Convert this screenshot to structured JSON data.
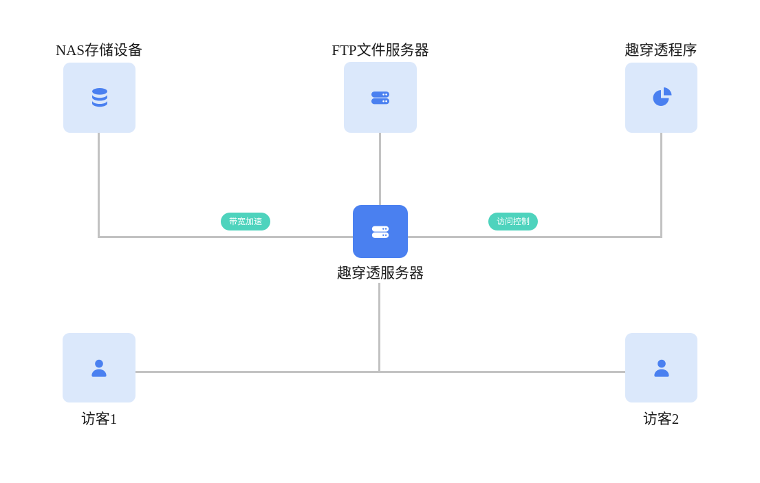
{
  "diagram": {
    "title": "penetration-service-topology",
    "colors": {
      "card_bg": "#dbe8fb",
      "accent_blue": "#4a80f0",
      "pill_teal": "#4ed3bd",
      "connector_gray": "#c2c2c2",
      "text": "#1a1a1a"
    },
    "nodes": {
      "nas": {
        "label": "NAS存储设备",
        "icon": "database-icon"
      },
      "ftp": {
        "label": "FTP文件服务器",
        "icon": "server-icon"
      },
      "app": {
        "label": "趣穿透程序",
        "icon": "pie-chart-icon"
      },
      "server": {
        "label": "趣穿透服务器",
        "icon": "server-icon"
      },
      "visitor1": {
        "label": "访客1",
        "icon": "user-icon"
      },
      "visitor2": {
        "label": "访客2",
        "icon": "user-icon"
      }
    },
    "edges": {
      "bandwidth": {
        "label": "带宽加速"
      },
      "access": {
        "label": "访问控制"
      }
    }
  }
}
